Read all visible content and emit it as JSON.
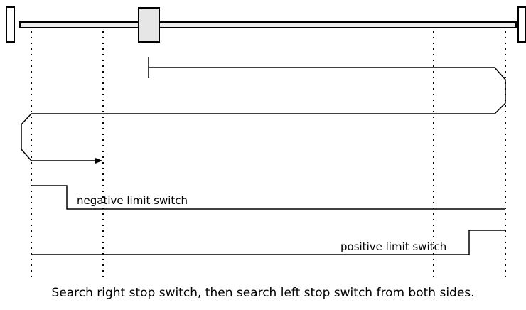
{
  "diagram": {
    "labels": {
      "negative_limit_switch": "negative limit switch",
      "positive_limit_switch": "positive limit switch"
    }
  },
  "caption": "Search right stop switch, then search left stop switch from both sides.",
  "colors": {
    "line": "#000000",
    "carriage_fill": "#e6e6e6",
    "rail_fill": "#ececec"
  }
}
